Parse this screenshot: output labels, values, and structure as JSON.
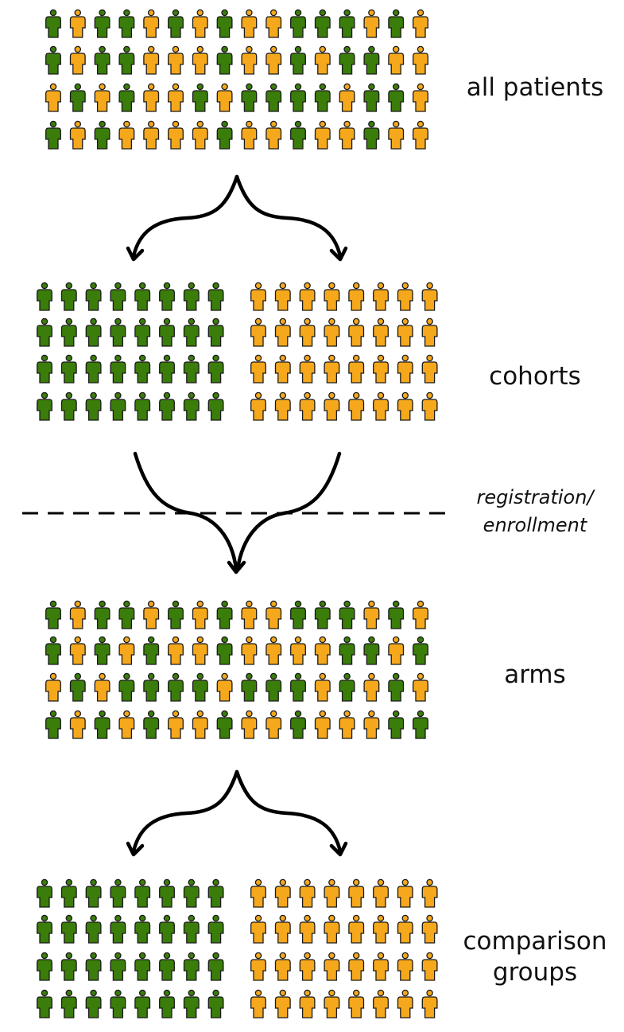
{
  "colors": {
    "green": "#3a7d0a",
    "orange": "#f5a81c",
    "outline": "#1a1a1a"
  },
  "icon": "person-icon",
  "labels": {
    "all_patients": "all patients",
    "cohorts": "cohorts",
    "registration_line1": "registration/",
    "registration_line2": "enrollment",
    "arms": "arms",
    "comparison_line1": "comparison",
    "comparison_line2": "groups"
  },
  "patterns": {
    "mixed_top": [
      "GOGGOGOGOOGGGOGO",
      "GOGGOOOGOOGOGGOO",
      "OGOGOOGOGGGGOGGO",
      "GOGOOOOGOOGOOGOO"
    ],
    "mixed_arms": [
      "GOGGOGOGOOGGGOGO",
      "GOGOGOOGOOOOGGOG",
      "OGOGGGGOGGGOGOGO",
      "GOGOGOOGOOGOOOGG"
    ]
  }
}
